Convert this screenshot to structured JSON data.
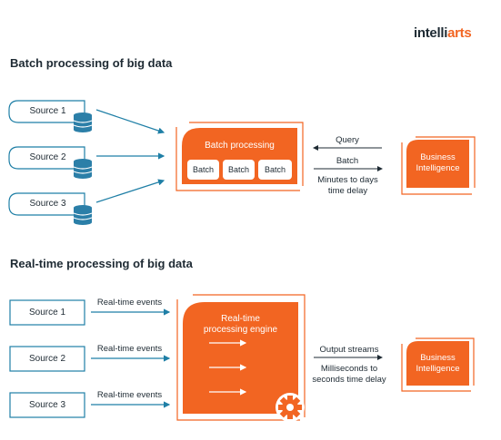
{
  "logo": {
    "part1": "intelli",
    "part2": "arts"
  },
  "batch_section": {
    "title": "Batch processing of big data",
    "sources": [
      "Source 1",
      "Source 2",
      "Source 3"
    ],
    "processing_title": "Batch processing",
    "chips": [
      "Batch",
      "Batch",
      "Batch"
    ],
    "query_label": "Query",
    "batch_label": "Batch",
    "delay_line1": "Minutes to days",
    "delay_line2": "time delay",
    "bi_line1": "Business",
    "bi_line2": "Intelligence"
  },
  "realtime_section": {
    "title": "Real-time processing of big data",
    "sources": [
      "Source 1",
      "Source 2",
      "Source 3"
    ],
    "events": [
      "Real-time events",
      "Real-time events",
      "Real-time events"
    ],
    "engine_line1": "Real-time",
    "engine_line2": "processing engine",
    "output_label": "Output streams",
    "delay_line1": "Milliseconds to",
    "delay_line2": "seconds time delay",
    "bi_line1": "Business",
    "bi_line2": "Intelligence"
  },
  "colors": {
    "orange": "#f26522",
    "blue": "#1f7fa6",
    "db_blue": "#2b7fa8",
    "dark": "#1e2a33"
  }
}
